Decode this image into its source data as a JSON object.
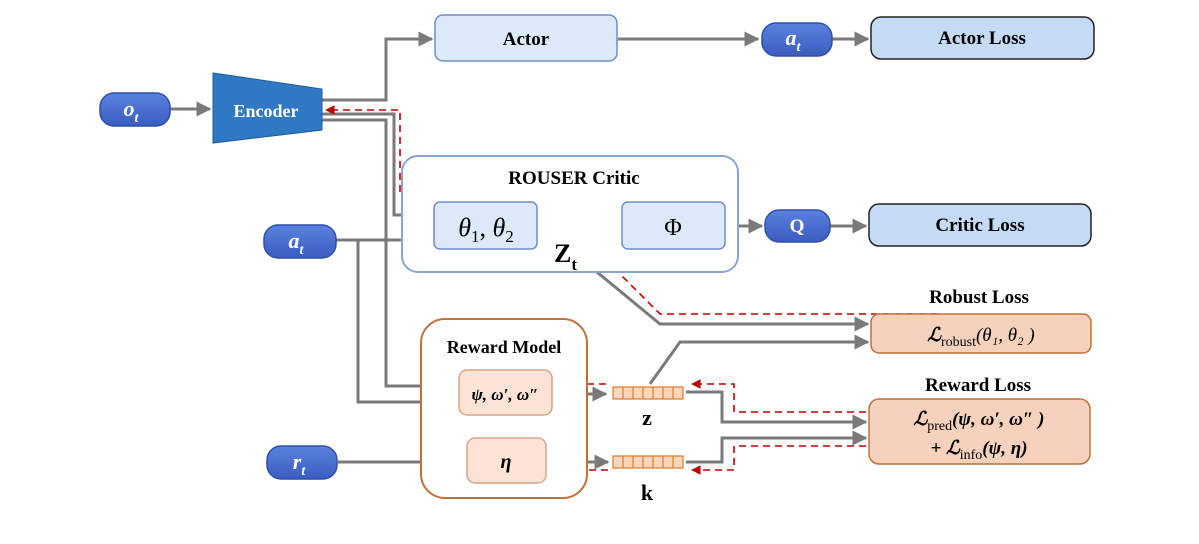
{
  "nodes": {
    "o_t": "o",
    "o_t_sub": "t",
    "encoder": "Encoder",
    "actor": "Actor",
    "a_t_top": "a",
    "a_t_top_sub": "t",
    "actor_loss": "Actor Loss",
    "critic_title": "ROUSER Critic",
    "theta": "θ",
    "theta_sub1": "1",
    "theta_comma": ", ",
    "theta2": "θ",
    "theta_sub2": "2",
    "phi": "Φ",
    "q": "Q",
    "critic_loss": "Critic Loss",
    "a_t_mid": "a",
    "a_t_mid_sub": "t",
    "z_t": "Z",
    "z_t_sub": "t",
    "robust_loss_title": "Robust Loss",
    "robust_loss_l": "ℒ",
    "robust_loss_sub": "robust",
    "robust_loss_args": "(θ₁, θ₂ )",
    "reward_model_title": "Reward Model",
    "psi_omega": "ψ, ω′, ω″",
    "eta": "η",
    "z_label": "z",
    "k_label": "k",
    "r_t": "r",
    "r_t_sub": "t",
    "reward_loss_title": "Reward Loss",
    "pred_l": "ℒ",
    "pred_sub": "pred",
    "pred_args": "(ψ, ω′, ω″ )",
    "info_plus": "+ ℒ",
    "info_sub": "info",
    "info_args": "(ψ, η)"
  },
  "colors": {
    "input_blue": "#4a6fd4",
    "encoder_blue": "#2f78c4",
    "light_blue": "#dce9f8",
    "loss_blue": "#c5dbf5",
    "orange_fill": "#f6d2bc",
    "orange_light": "#fbe3d6",
    "orange_border": "#c0703a",
    "arrow_gray": "#7a7a7a",
    "dashed_red": "#c00000"
  }
}
